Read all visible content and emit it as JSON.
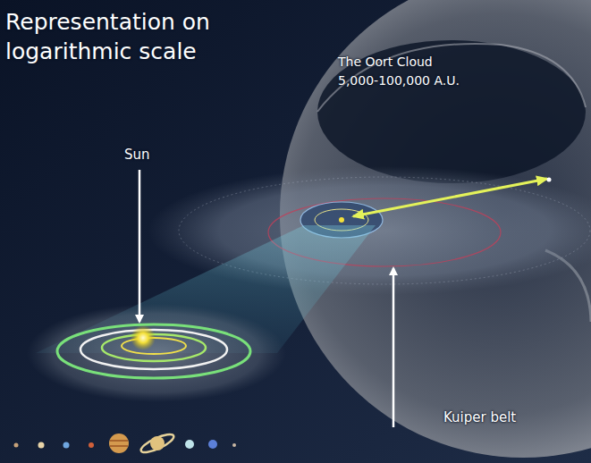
{
  "diagram": {
    "title": "Representation on logarithmic scale",
    "labels": [
      "The Oort Cloud",
      "5,000-100,000 A.U.",
      "Sun",
      "Kuiper belt"
    ]
  }
}
